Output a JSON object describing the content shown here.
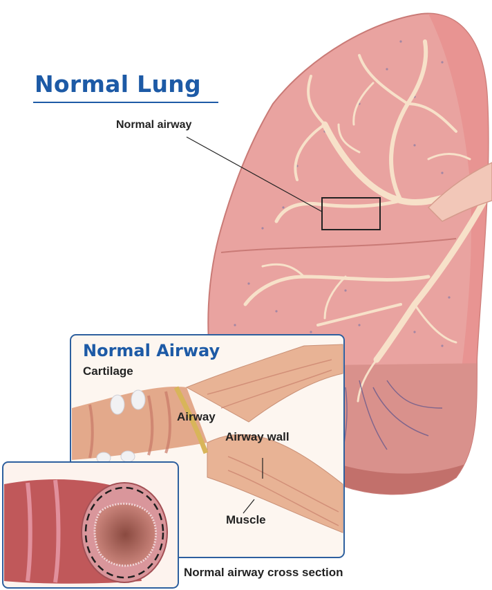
{
  "title": "Normal Lung",
  "labels": {
    "normal_airway": "Normal airway",
    "panel_title": "Normal Airway",
    "cartilage": "Cartilage",
    "airway": "Airway",
    "airway_wall": "Airway wall",
    "muscle": "Muscle",
    "cross_section": "Normal airway cross section"
  },
  "colors": {
    "title_blue": "#1d5aa6",
    "lung_tissue": "#e9a3a0",
    "lung_lower": "#d07f7a",
    "airway_branch": "#f7e1c9",
    "muscle": "#e3a98b",
    "frame_blue": "#2d5f9e"
  }
}
